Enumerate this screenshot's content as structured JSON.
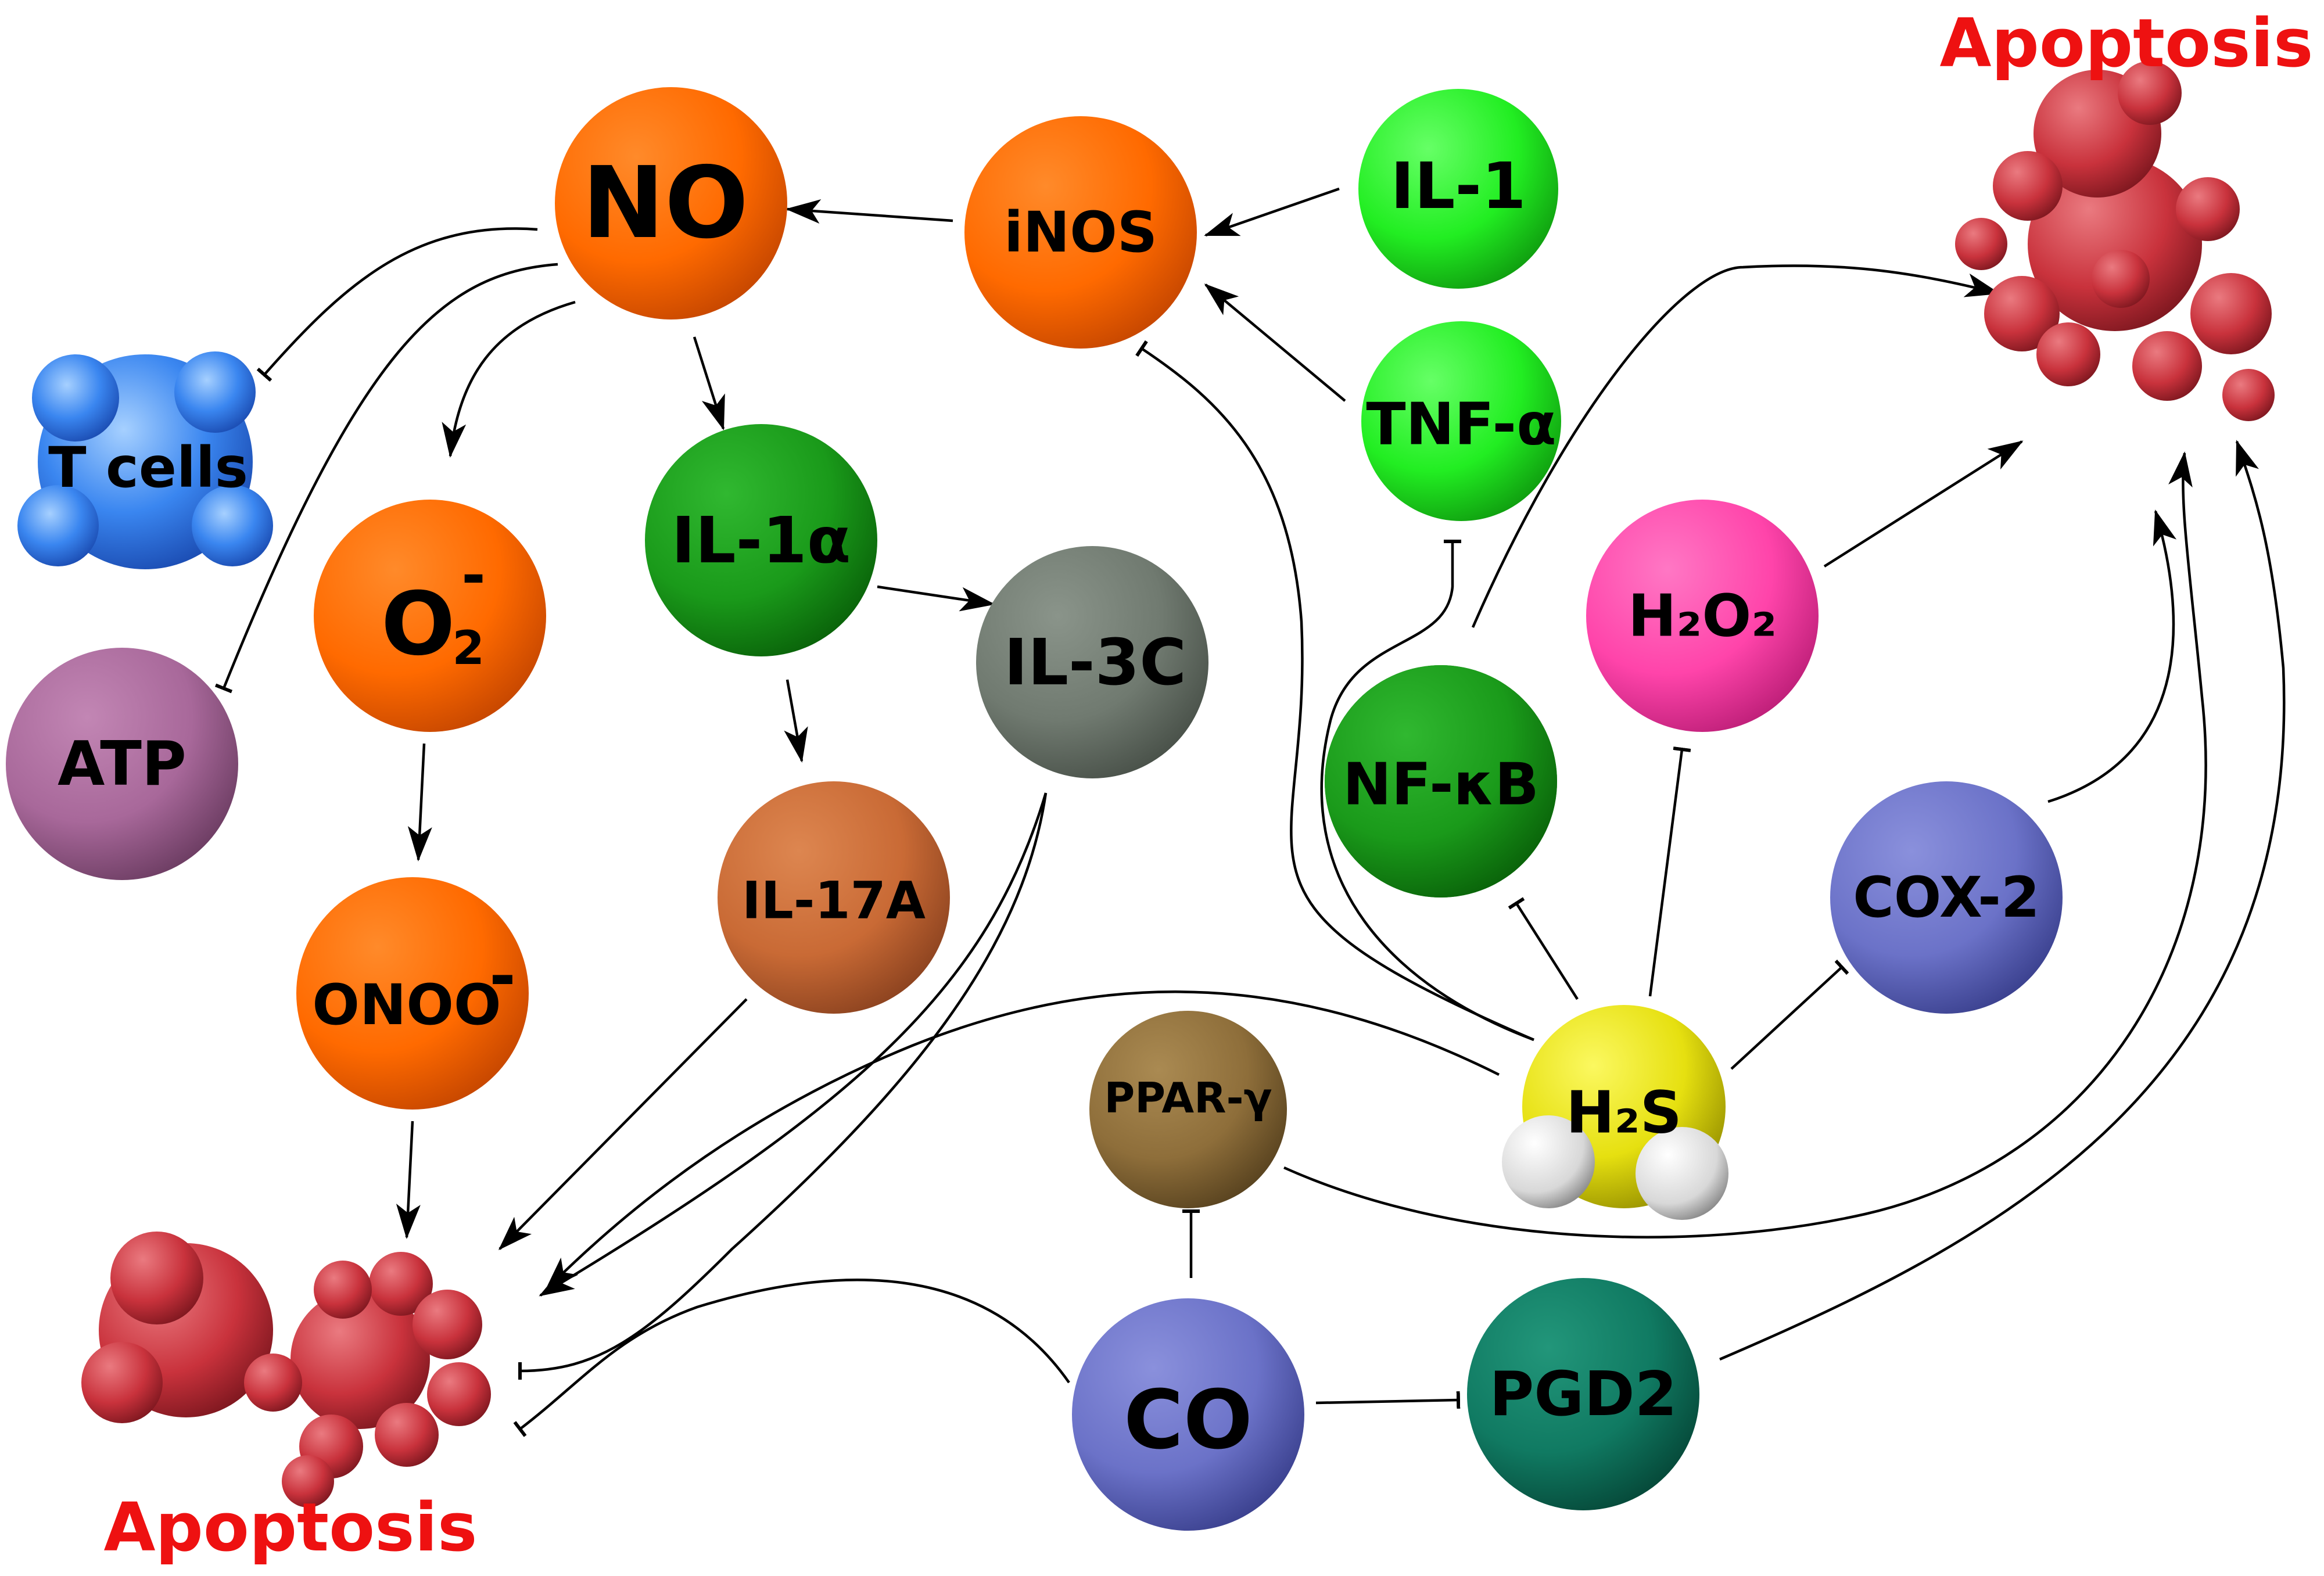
{
  "title_top": "Apoptosis",
  "title_bottom": "Apoptosis",
  "colors": {
    "apoptosis_text": "#ee1111",
    "orange": "#ff6a00",
    "bright_green": "#22ee22",
    "green": "#1a9a1a",
    "dark_green": "#168a16",
    "gray": "#707a70",
    "rust": "#c96a35",
    "purple": "#a8689a",
    "pink": "#ff44aa",
    "blue": "#6b72c8",
    "teal": "#107a62",
    "brown": "#8e6e3a",
    "yellow": "#e6e010",
    "tcell_blue": "#3a86f0",
    "cell_red": "#c9323c"
  },
  "nodes": {
    "no": {
      "label": "NO"
    },
    "inos": {
      "label": "iNOS"
    },
    "il1": {
      "label": "IL-1"
    },
    "tnfa": {
      "label": "TNF-α"
    },
    "il1a": {
      "label": "IL-1α"
    },
    "o2_base": "O",
    "o2_sub": "2",
    "o2_sup": "-",
    "il3c": {
      "label": "IL-3C"
    },
    "onoo_base": "ONOO",
    "onoo_sup": "-",
    "il17a": {
      "label": "IL-17A"
    },
    "atp": {
      "label": "ATP"
    },
    "tcells": {
      "label": "T cells"
    },
    "h2o2": {
      "label": "H₂O₂"
    },
    "nfkb": {
      "label": "NF-κB"
    },
    "cox2": {
      "label": "COX-2"
    },
    "h2s": {
      "label": "H₂S"
    },
    "pparg": {
      "label": "PPAR-γ"
    },
    "co": {
      "label": "CO"
    },
    "pgd2": {
      "label": "PGD2"
    }
  },
  "edges": [
    {
      "from": "il1",
      "to": "inos",
      "type": "activation"
    },
    {
      "from": "tnfa",
      "to": "inos",
      "type": "activation"
    },
    {
      "from": "inos",
      "to": "no",
      "type": "activation"
    },
    {
      "from": "no",
      "to": "tcells",
      "type": "inhibition"
    },
    {
      "from": "no",
      "to": "atp",
      "type": "inhibition"
    },
    {
      "from": "no",
      "to": "o2",
      "type": "activation"
    },
    {
      "from": "no",
      "to": "il1a",
      "type": "activation"
    },
    {
      "from": "o2",
      "to": "onoo",
      "type": "activation"
    },
    {
      "from": "onoo",
      "to": "apoptosis_bottom",
      "type": "activation"
    },
    {
      "from": "il1a",
      "to": "il3c",
      "type": "activation"
    },
    {
      "from": "il1a",
      "to": "il17a",
      "type": "activation"
    },
    {
      "from": "il17a",
      "to": "apoptosis_bottom",
      "type": "activation"
    },
    {
      "from": "il3c",
      "to": "apoptosis_bottom",
      "type": "inhibition"
    },
    {
      "from": "h2s",
      "to": "apoptosis_bottom",
      "type": "activation"
    },
    {
      "from": "co",
      "to": "apoptosis_bottom",
      "type": "inhibition"
    },
    {
      "from": "co",
      "to": "pparg",
      "type": "inhibition"
    },
    {
      "from": "co",
      "to": "pgd2",
      "type": "inhibition"
    },
    {
      "from": "h2s",
      "to": "inos",
      "type": "inhibition"
    },
    {
      "from": "h2s",
      "to": "tnfa",
      "type": "inhibition"
    },
    {
      "from": "h2s",
      "to": "nfkb",
      "type": "inhibition"
    },
    {
      "from": "h2s",
      "to": "h2o2",
      "type": "inhibition"
    },
    {
      "from": "h2s",
      "to": "cox2",
      "type": "inhibition"
    },
    {
      "from": "nfkb",
      "to": "apoptosis_top",
      "type": "activation"
    },
    {
      "from": "h2o2",
      "to": "apoptosis_top",
      "type": "activation"
    },
    {
      "from": "cox2",
      "to": "apoptosis_top",
      "type": "activation"
    },
    {
      "from": "pparg",
      "to": "apoptosis_top",
      "type": "activation"
    },
    {
      "from": "pgd2",
      "to": "apoptosis_top",
      "type": "activation"
    }
  ]
}
